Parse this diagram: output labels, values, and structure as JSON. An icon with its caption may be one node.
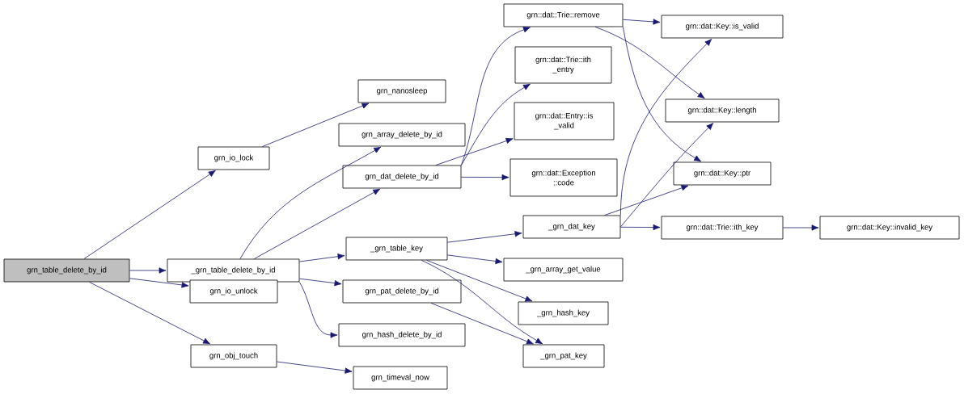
{
  "diagram": {
    "nodes": [
      {
        "text": [
          "grn_table_delete_by_id"
        ]
      },
      {
        "text": [
          "grn_io_lock"
        ]
      },
      {
        "text": [
          "grn_nanosleep"
        ]
      },
      {
        "text": [
          "_grn_table_delete_by_id"
        ]
      },
      {
        "text": [
          "grn_array_delete_by_id"
        ]
      },
      {
        "text": [
          "grn_dat_delete_by_id"
        ]
      },
      {
        "text": [
          "grn::dat::Trie::remove"
        ]
      },
      {
        "text": [
          "grn::dat::Trie::ith _entry"
        ]
      },
      {
        "text": [
          "grn::dat::Entry::is _valid"
        ]
      },
      {
        "text": [
          "grn::dat::Exception ::code"
        ]
      },
      {
        "text": [
          "grn::dat::Key::is_valid"
        ]
      },
      {
        "text": [
          "grn::dat::Key::length"
        ]
      },
      {
        "text": [
          "grn::dat::Key::ptr"
        ]
      },
      {
        "text": [
          "_grn_table_key"
        ]
      },
      {
        "text": [
          "_grn_dat_key"
        ]
      },
      {
        "text": [
          "grn::dat::Trie::ith_key"
        ]
      },
      {
        "text": [
          "grn::dat::Key::invalid_key"
        ]
      },
      {
        "text": [
          "_grn_array_get_value"
        ]
      },
      {
        "text": [
          "_grn_hash_key"
        ]
      },
      {
        "text": [
          "grn_io_unlock"
        ]
      },
      {
        "text": [
          "grn_pat_delete_by_id"
        ]
      },
      {
        "text": [
          "grn_hash_delete_by_id"
        ]
      },
      {
        "text": [
          "_grn_pat_key"
        ]
      },
      {
        "text": [
          "grn_obj_touch"
        ]
      },
      {
        "text": [
          "grn_timeval_now"
        ]
      }
    ],
    "edges": [
      {
        "from": 0,
        "to": 3,
        "arrow": "to"
      },
      {
        "from": 0,
        "to": 1,
        "arrow": "to"
      },
      {
        "from": 0,
        "to": 19,
        "arrow": "to"
      },
      {
        "from": 0,
        "to": 23,
        "arrow": "to"
      },
      {
        "from": 1,
        "to": 2,
        "arrow": "to"
      },
      {
        "from": 3,
        "to": 4,
        "arrow": "to"
      },
      {
        "from": 3,
        "to": 5,
        "arrow": "to"
      },
      {
        "from": 3,
        "to": 13,
        "arrow": "to"
      },
      {
        "from": 3,
        "to": 20,
        "arrow": "to"
      },
      {
        "from": 3,
        "to": 21,
        "arrow": "to"
      },
      {
        "from": 5,
        "to": 6,
        "arrow": "to"
      },
      {
        "from": 5,
        "to": 7,
        "arrow": "to"
      },
      {
        "from": 5,
        "to": 8,
        "arrow": "to"
      },
      {
        "from": 5,
        "to": 9,
        "arrow": "to"
      },
      {
        "from": 6,
        "to": 10,
        "arrow": "to"
      },
      {
        "from": 6,
        "to": 11,
        "arrow": "to"
      },
      {
        "from": 6,
        "to": 12,
        "arrow": "to"
      },
      {
        "from": 13,
        "to": 14,
        "arrow": "to"
      },
      {
        "from": 13,
        "to": 17,
        "arrow": "to"
      },
      {
        "from": 13,
        "to": 18,
        "arrow": "to"
      },
      {
        "from": 13,
        "to": 22,
        "arrow": "to"
      },
      {
        "from": 14,
        "to": 10,
        "arrow": "to"
      },
      {
        "from": 14,
        "to": 11,
        "arrow": "to"
      },
      {
        "from": 14,
        "to": 12,
        "arrow": "to"
      },
      {
        "from": 14,
        "to": 15,
        "arrow": "to"
      },
      {
        "from": 15,
        "to": 16,
        "arrow": "to"
      },
      {
        "from": 20,
        "to": 22,
        "arrow": "to"
      },
      {
        "from": 23,
        "to": 24,
        "arrow": "to"
      }
    ]
  }
}
